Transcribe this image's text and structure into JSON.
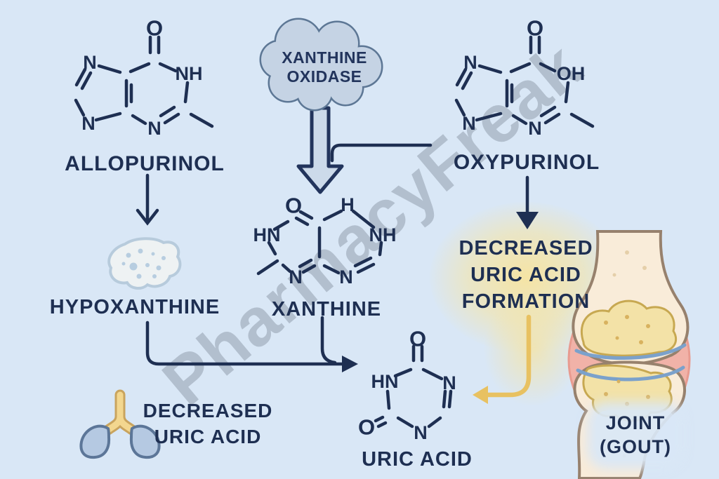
{
  "colors": {
    "background": "#d9e7f6",
    "ink_navy": "#1e2f52",
    "cloud_fill": "#c5d3e4",
    "cloud_stroke": "#5d7795",
    "hollow_arrow_fill": "#ccdaea",
    "arrow_yellow": "#e8c161",
    "glow_yellow": "#f7e4a0",
    "blob_fill": "#eef2f3",
    "blob_stroke": "#b7cbdc",
    "lung_fill": "#b5c9e2",
    "lung_stroke": "#5c7698",
    "trachea_fill": "#f3d78f",
    "bone_fill": "#f9ecd9",
    "bone_stroke": "#97816d",
    "capsule_pink": "#f1b2a8",
    "crystal_fill": "#f3e2a7",
    "crystal_stroke": "#c7a851",
    "cartilage_blue": "#7ba1cb",
    "watermark_gray": "#97a1ad"
  },
  "watermark": "PharmacyFreak",
  "enzyme_cloud": {
    "line1": "XANTHINE",
    "line2": "OXIDASE"
  },
  "structures": {
    "allopurinol": {
      "label": "ALLOPURINOL",
      "atoms": {
        "o": "O",
        "nh": "NH",
        "n1": "N",
        "n2": "N",
        "n3": "N"
      }
    },
    "oxypurinol": {
      "label": "OXYPURINOL",
      "atoms": {
        "o": "O",
        "oh": "OH",
        "n1": "N",
        "n2": "N",
        "n3": "N"
      }
    },
    "xanthine": {
      "label": "XANTHINE",
      "atoms": {
        "o": "O",
        "h": "H",
        "hn": "HN",
        "nh": "NH",
        "n1": "N",
        "n2": "N"
      }
    },
    "uric_acid": {
      "label": "URIC ACID",
      "atoms": {
        "o_top": "O",
        "hn": "HN",
        "n_right": "N",
        "n_bottom": "N",
        "o_left": "O"
      }
    },
    "hypoxanthine": {
      "label": "HYPOXANTHINE"
    }
  },
  "callouts": {
    "decreased_formation": {
      "line1": "DECREASED",
      "line2": "URIC ACID",
      "line3": "FORMATION"
    },
    "decreased_uric_acid": {
      "line1": "DECREASED",
      "line2": "URIC ACID"
    },
    "joint": {
      "line1": "JOINT",
      "line2": "(GOUT)"
    }
  }
}
